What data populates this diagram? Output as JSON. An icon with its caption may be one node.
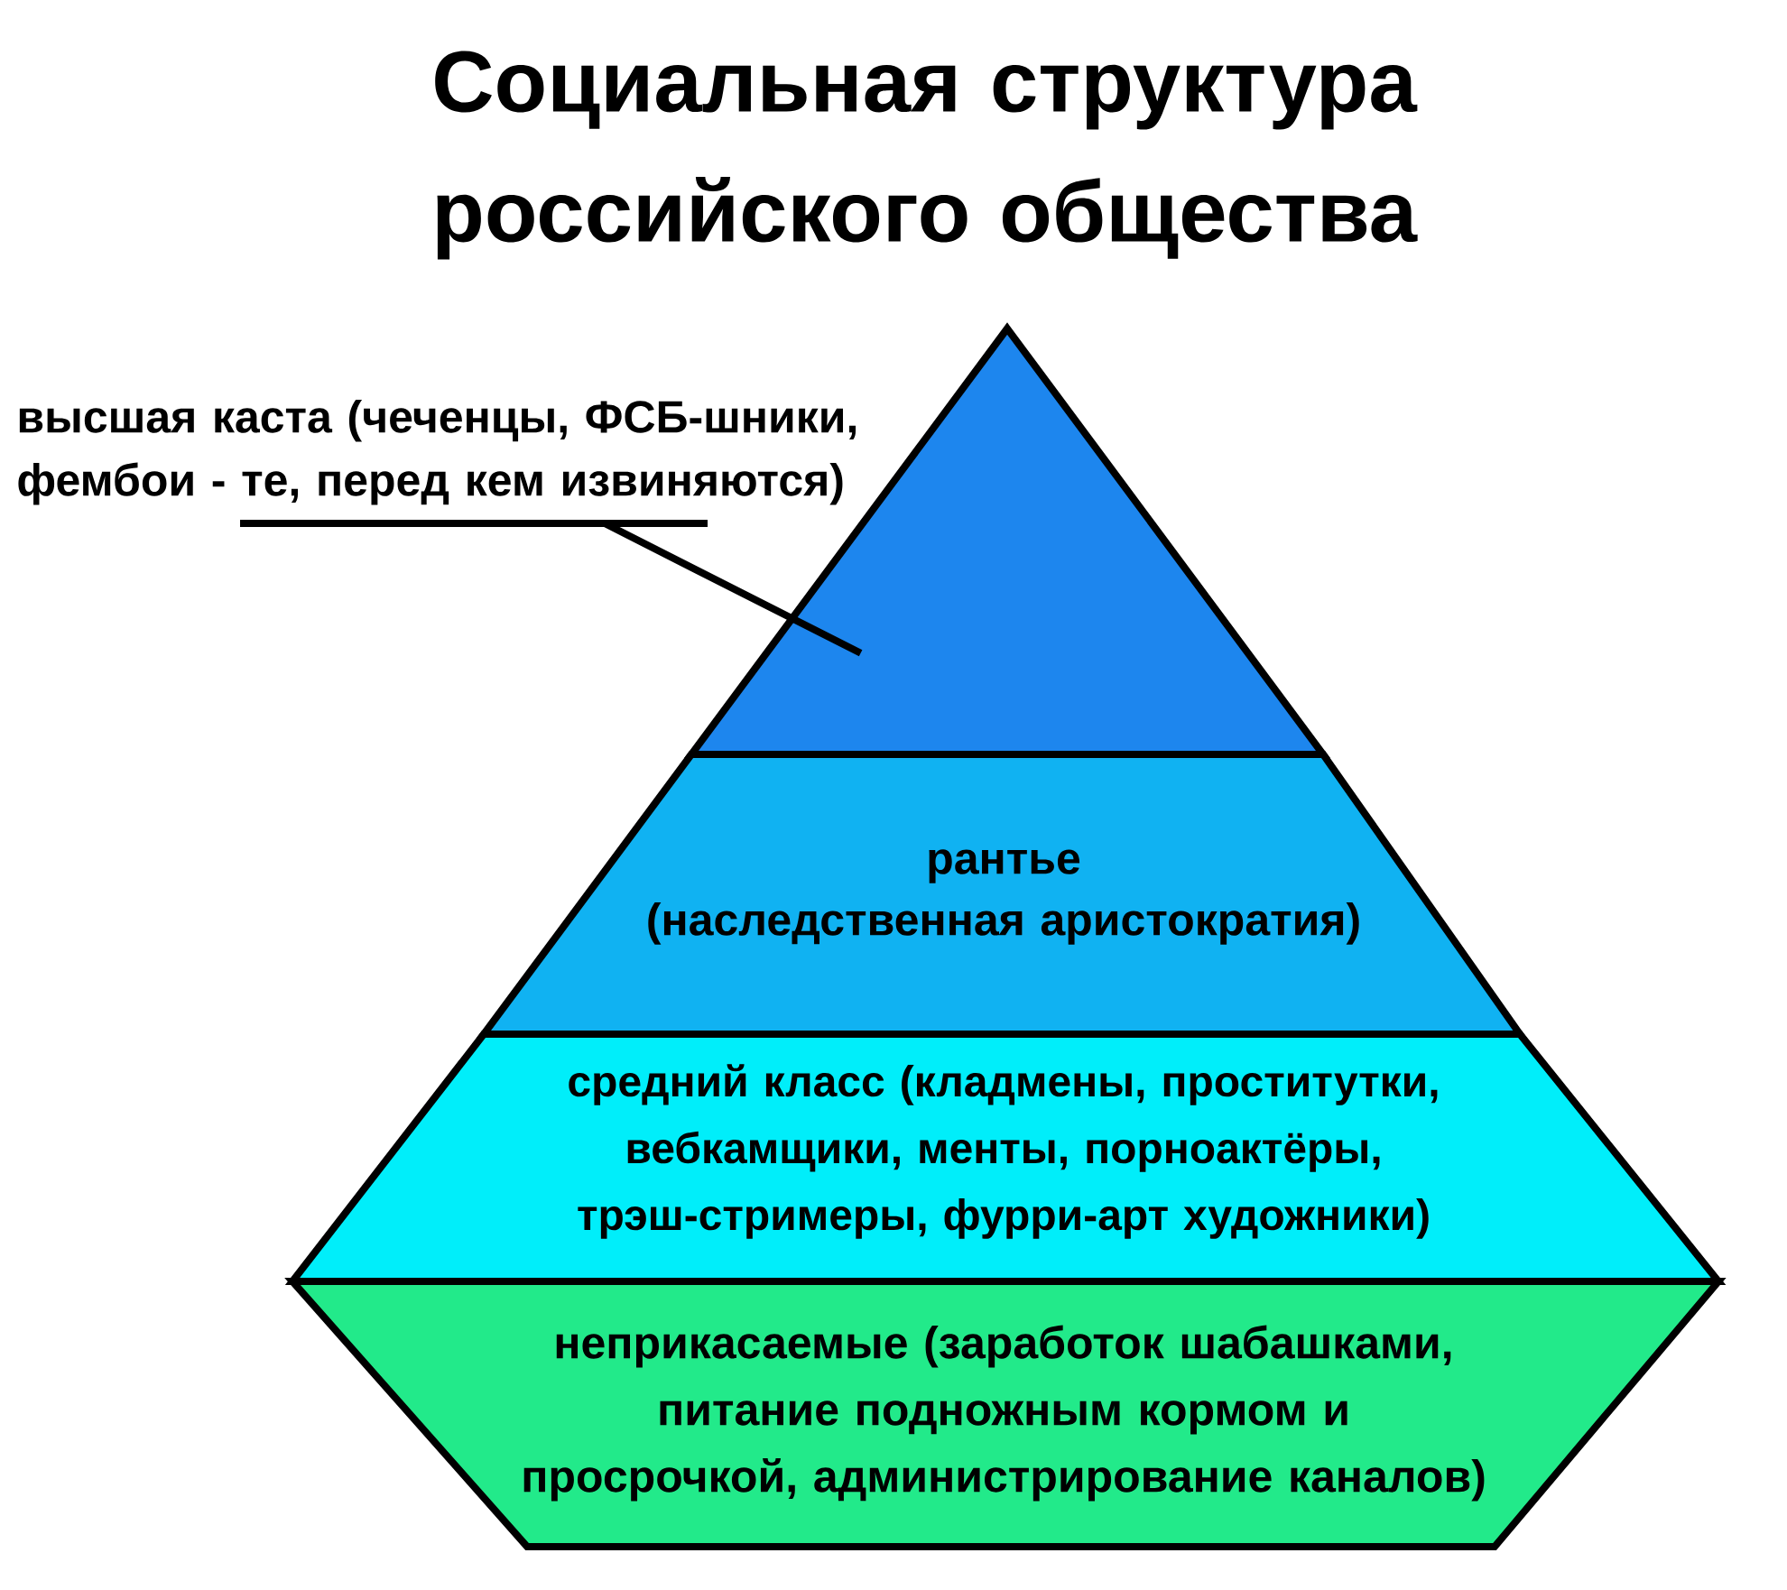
{
  "diagram": {
    "title": "Социальная структура российского общества",
    "nodes": [
      {
        "text": [
          "высшая каста (чеченцы, ФСБ-шники, фембои - те, перед кем извиняются)"
        ]
      },
      {
        "text": [],
        "shape": "triangle"
      },
      {
        "text": [
          "рантье",
          "(наследственная аристократия)"
        ]
      },
      {
        "text": [
          "средний класс (кладмены, проститутки, вебкамщики, менты, порноактёры, трэш-стримеры, фурри-арт художники)"
        ]
      },
      {
        "text": [
          "неприкасаемые (заработок шабашками, питание подножным кормом и просрочкой, администрирование каналов)"
        ]
      }
    ],
    "edges": [
      {
        "from": 0,
        "to": 1,
        "arrow": "none"
      }
    ]
  }
}
